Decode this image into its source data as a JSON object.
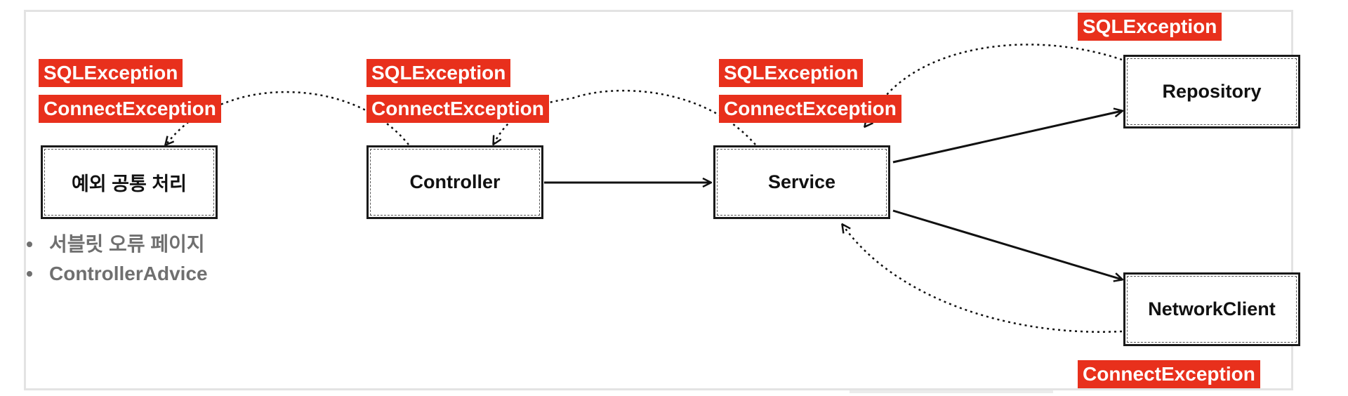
{
  "nodes": {
    "common_handler": "예외 공통 처리",
    "controller": "Controller",
    "service": "Service",
    "repository": "Repository",
    "network_client": "NetworkClient"
  },
  "tags": {
    "common_sql": "SQLException",
    "common_connect": "ConnectException",
    "controller_sql": "SQLException",
    "controller_connect": "ConnectException",
    "service_sql": "SQLException",
    "service_connect": "ConnectException",
    "repository_sql": "SQLException",
    "network_connect": "ConnectException"
  },
  "notes": [
    "서블릿 오류 페이지",
    "ControllerAdvice"
  ],
  "colors": {
    "exception_tag": "#e8301c",
    "note_text": "#6f6f6f",
    "box_border": "#1a1a1a"
  }
}
